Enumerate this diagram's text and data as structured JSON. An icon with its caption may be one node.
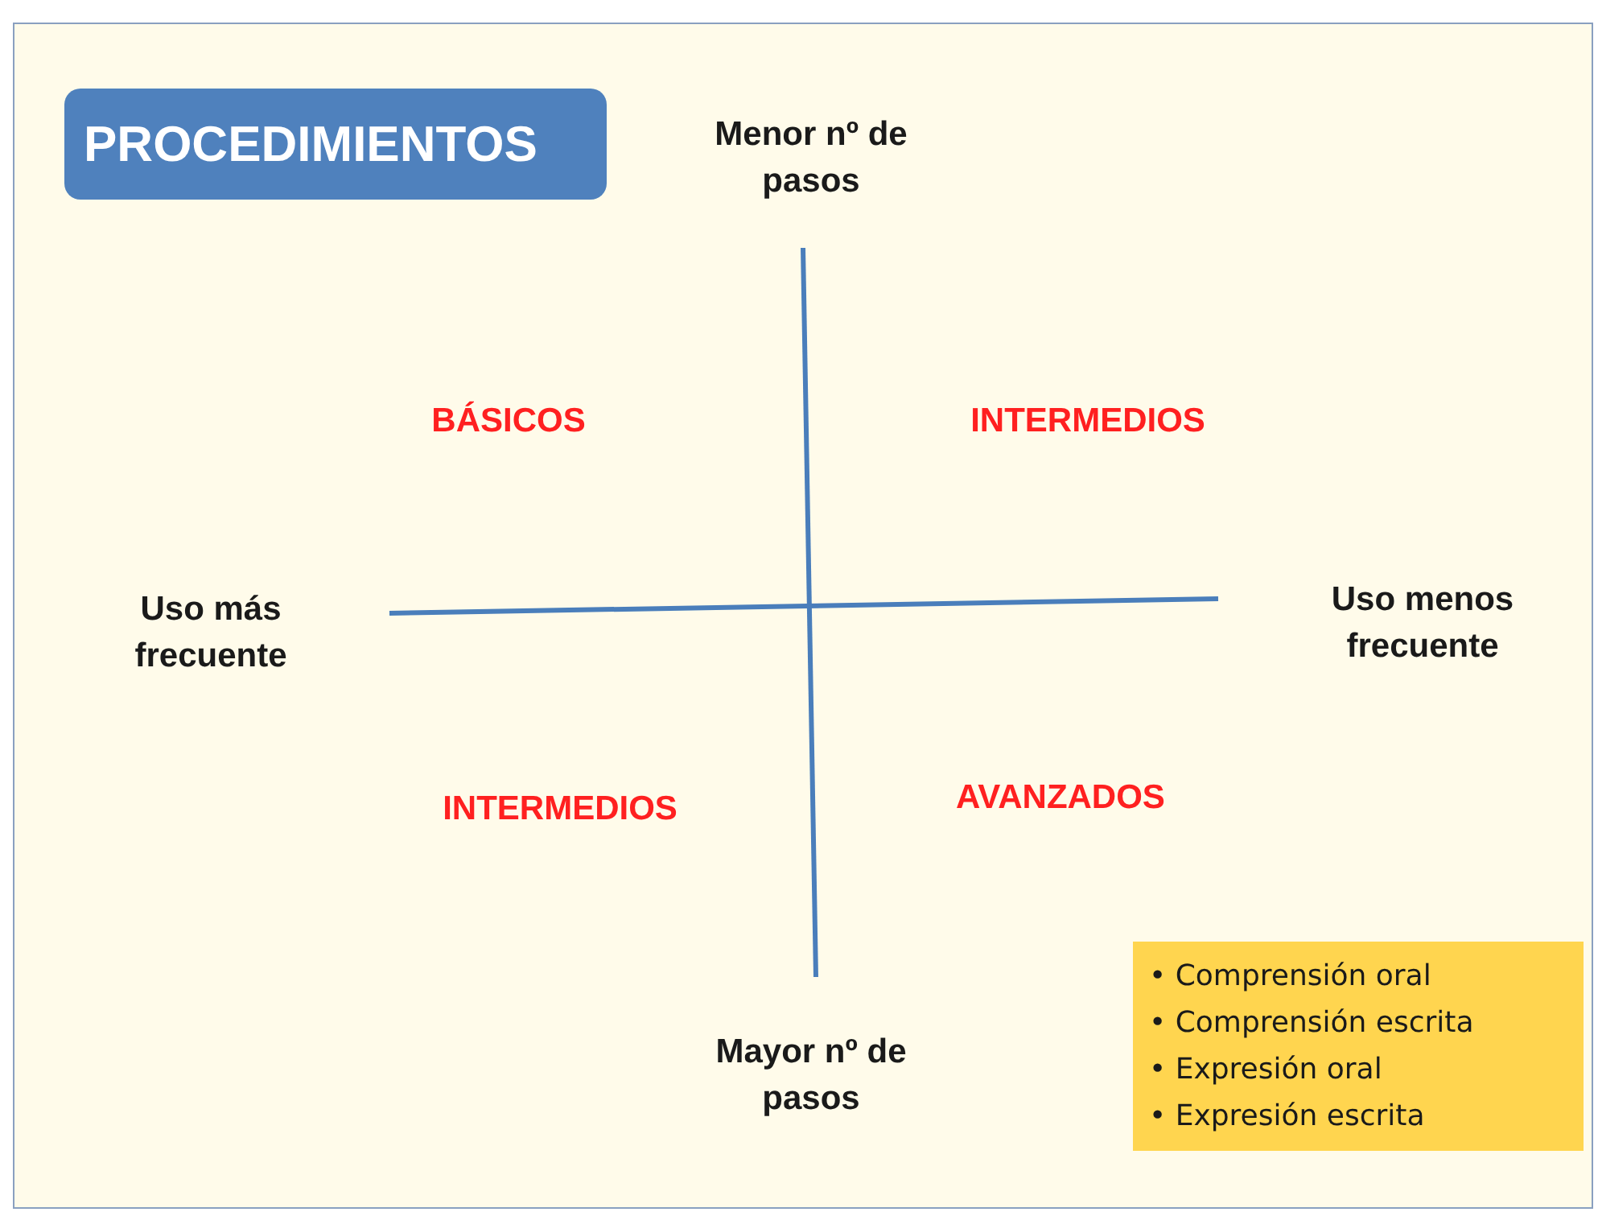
{
  "diagram": {
    "title": "PROCEDIMIENTOS",
    "nodes": [
      {
        "text": [
          "• Comprensión oral",
          "• Comprensión escrita",
          "• Expresión oral",
          "• Expresión escrita"
        ]
      }
    ],
    "labels": [
      "Menor nº de pasos",
      "BÁSICOS",
      "INTERMEDIOS",
      "Uso más frecuente",
      "Uso menos frecuente",
      "INTERMEDIOS",
      "AVANZADOS",
      "Mayor nº de pasos"
    ]
  }
}
